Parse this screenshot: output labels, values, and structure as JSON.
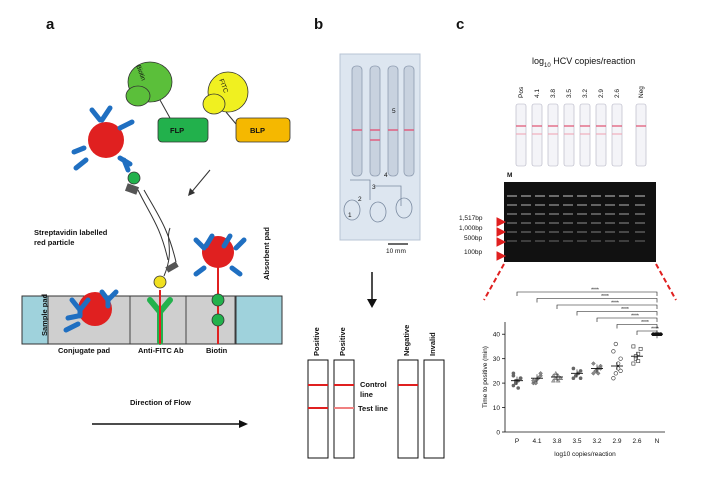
{
  "panels": {
    "a": "a",
    "b": "b",
    "c": "c"
  },
  "panel_a": {
    "streptavidin_label_line1": "Streptavidin labelled",
    "streptavidin_label_line2": "red particle",
    "flp": "FLP",
    "blp": "BLP",
    "biotin_tag": "Biotin",
    "fitc_tag": "FITC",
    "absorbent_pad": "Absorbent pad",
    "sample_pad": "Sample pad",
    "conjugate_pad": "Conjugate pad",
    "anti_fitc": "Anti-FITC Ab",
    "biotin": "Biotin",
    "direction": "Direction of Flow"
  },
  "panel_b": {
    "scale": "10 mm",
    "numbers": [
      "1",
      "2",
      "3",
      "4",
      "5"
    ],
    "strip_labels": [
      "Positive",
      "Positive",
      "Negative",
      "Invalid"
    ],
    "control_line": "Control line",
    "test_line": "Test line"
  },
  "panel_c": {
    "title": "log10 HCV copies/reaction",
    "lane_labels": [
      "Pos",
      "4.1",
      "3.8",
      "3.5",
      "3.2",
      "2.9",
      "2.6",
      "Neg"
    ],
    "marker": "M",
    "ladder": [
      "1,517bp",
      "1,000bp",
      "500bp",
      "100bp"
    ],
    "significance": [
      "****",
      "****",
      "****",
      "****",
      "****",
      "****",
      "****"
    ],
    "colors": {
      "red": "#e02020",
      "blue": "#1f6fc1",
      "green": "#22b14c",
      "yellow": "#f0e020",
      "orange": "#f5b800"
    }
  },
  "chart_data": {
    "type": "scatter",
    "xlabel": "log10 copies/reaction",
    "ylabel": "Time to positive (min)",
    "categories": [
      "P",
      "4.1",
      "3.8",
      "3.5",
      "3.2",
      "2.9",
      "2.6",
      "N"
    ],
    "ylim": [
      0,
      45
    ],
    "yticks": [
      0,
      10,
      20,
      30,
      40
    ],
    "series": [
      {
        "category": "P",
        "values": [
          19,
          20,
          21,
          22,
          23,
          20,
          18,
          22,
          24,
          21
        ],
        "median": 21
      },
      {
        "category": "4.1",
        "values": [
          20,
          21,
          22,
          23,
          21,
          20,
          22,
          24
        ],
        "median": 22
      },
      {
        "category": "3.8",
        "values": [
          21,
          22,
          23,
          22,
          23,
          24,
          21,
          22
        ],
        "median": 22.5
      },
      {
        "category": "3.5",
        "values": [
          22,
          23,
          24,
          25,
          26,
          23,
          24,
          22
        ],
        "median": 24
      },
      {
        "category": "3.2",
        "values": [
          24,
          25,
          26,
          27,
          28,
          25,
          24,
          26
        ],
        "median": 26
      },
      {
        "category": "2.9",
        "values": [
          22,
          24,
          26,
          30,
          33,
          36,
          28,
          25
        ],
        "median": 27
      },
      {
        "category": "2.6",
        "values": [
          28,
          30,
          32,
          34,
          35,
          31,
          29
        ],
        "median": 31
      },
      {
        "category": "N",
        "values": [
          40,
          40,
          40,
          40,
          40,
          40,
          40,
          40
        ],
        "median": 40
      }
    ]
  }
}
